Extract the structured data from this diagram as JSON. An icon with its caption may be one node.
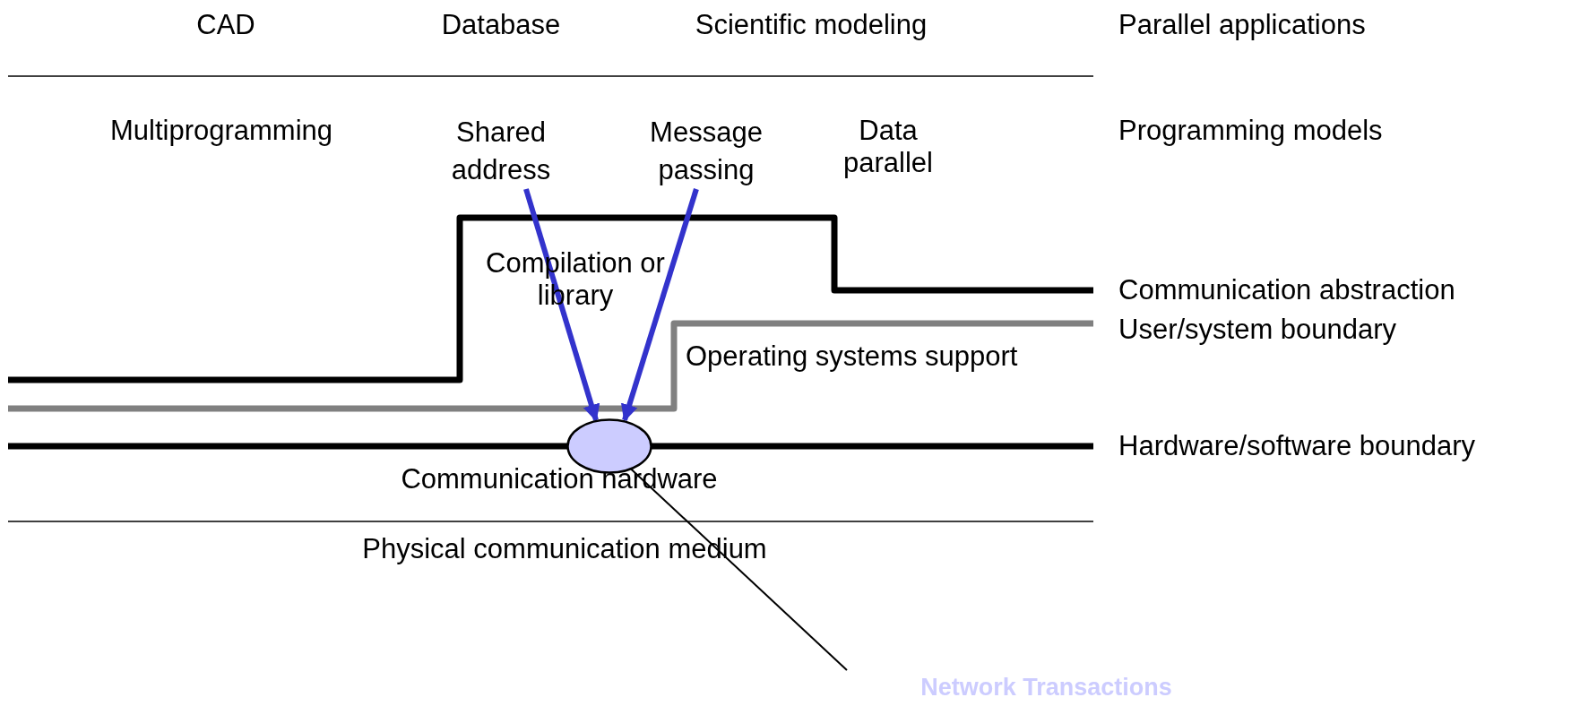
{
  "diagram": {
    "nodes": [
      {
        "text": [
          "Shared address"
        ]
      },
      {
        "text": [
          "Message passing"
        ]
      },
      {
        "text": [],
        "shape": "circle"
      },
      {
        "text": [
          "Network Transactions"
        ]
      }
    ],
    "edges": [
      {
        "from": 0,
        "to": 2,
        "arrow": "to"
      },
      {
        "from": 1,
        "to": 2,
        "arrow": "to"
      },
      {
        "from": 3,
        "to": 2,
        "arrow": "none",
        "color": "#000000"
      }
    ],
    "labels": [
      "CAD",
      "Database",
      "Scientific modeling",
      "Parallel applications",
      "Multiprogramming",
      "Data parallel",
      "Programming models",
      "Compilation or library",
      "Communication abstraction",
      "User/system boundary",
      "Operating systems support",
      "Hardware/software boundary",
      "Communication hardware",
      "Physical communication medium"
    ]
  }
}
